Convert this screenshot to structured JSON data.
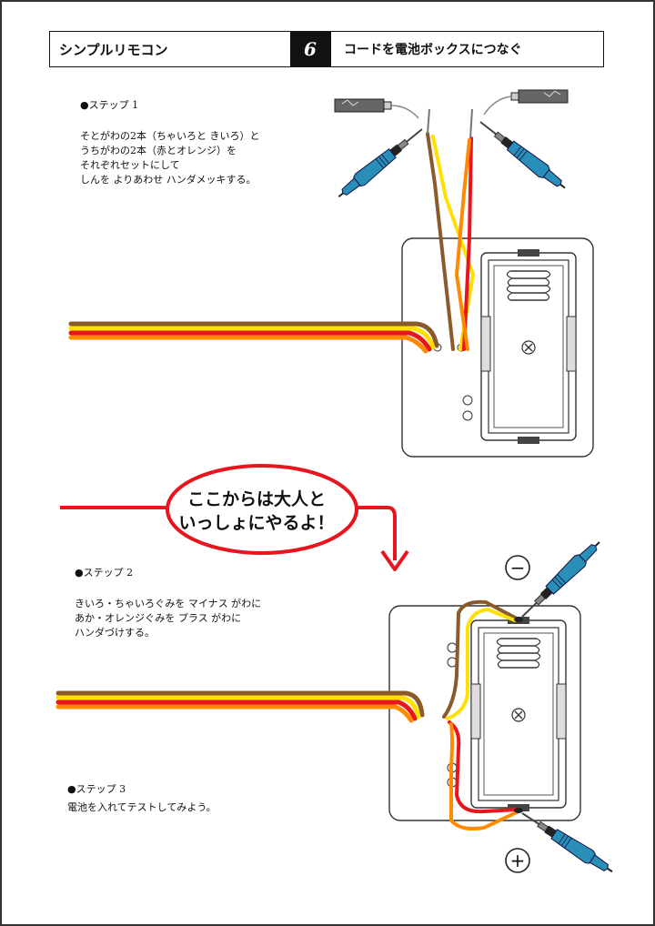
{
  "header": {
    "title": "シンプルリモコン",
    "number": "6",
    "subtitle": "コードを電池ボックスにつなぐ"
  },
  "step1": {
    "title": "●ステップ 1",
    "lines": [
      "そとがわの2本（ちゃいろと きいろ）と",
      "うちがわの2本（赤とオレンジ）を",
      "それぞれセットにして",
      "しんを よりあわせ ハンダメッキする。"
    ]
  },
  "callout": {
    "line1": "ここからは大人と",
    "line2": "いっしょにやるよ！"
  },
  "step2": {
    "title": "●ステップ 2",
    "lines": [
      "きいろ・ちゃいろぐみを マイナス がわに",
      "あか・オレンジぐみを プラス がわに",
      "ハンダづけする。"
    ]
  },
  "step3": {
    "title": "●ステップ 3",
    "lines": [
      "電池を入れてテストしてみよう。"
    ]
  },
  "symbols": {
    "minus": "−",
    "plus": "+"
  },
  "colors": {
    "brown": "#8B5A2B",
    "yellow": "#FFE000",
    "red": "#E8141E",
    "orange": "#FF8A00",
    "iron_blue": "#2A8FB8",
    "callout_red": "#E8141E"
  }
}
